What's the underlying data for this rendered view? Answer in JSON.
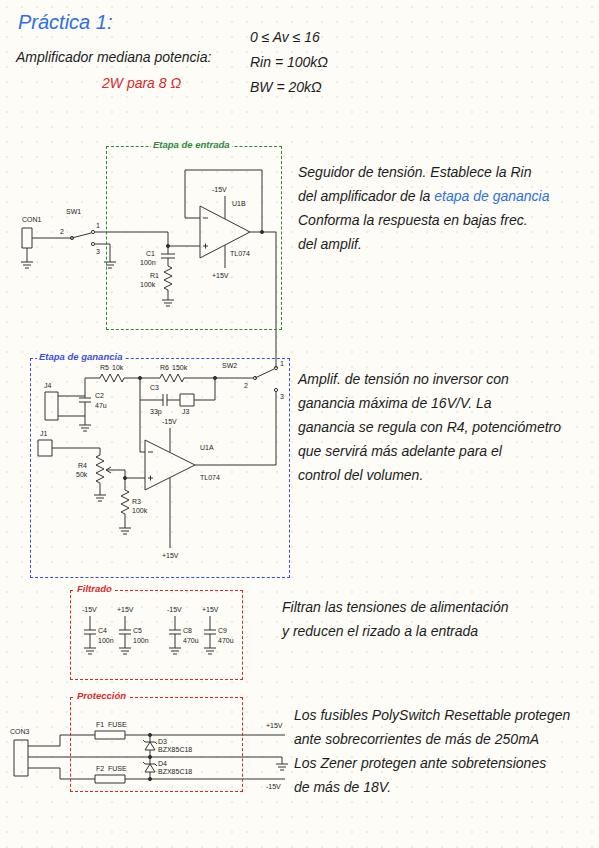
{
  "diagram": {
    "title": "Práctica 1:",
    "nodes": [
      {
        "text": [
          "Etapa de entrada"
        ]
      },
      {
        "text": [
          "Etapa de ganancia"
        ]
      },
      {
        "text": [
          "Filtrado"
        ]
      },
      {
        "text": [
          "Protección"
        ]
      }
    ],
    "labels": [
      "Amplificador mediana potencia:",
      "2W para 8 Ω",
      "0 ≤ Av ≤ 16",
      "Rin = 100kΩ",
      "BW = 20kΩ",
      "CON1",
      "SW1",
      "2",
      "1",
      "3",
      "-15V",
      "U1B",
      "TL074",
      "C1",
      "100n",
      "R1",
      "100k",
      "+15V",
      "R5",
      "10k",
      "R6",
      "150k",
      "J4",
      "C2",
      "47u",
      "C3",
      "33p",
      "J3",
      "SW2",
      "2",
      "1",
      "3",
      "J1",
      "R4",
      "50k",
      "-15V",
      "U1A",
      "TL074",
      "R3",
      "100k",
      "+15V",
      "-15V",
      "C4",
      "100n",
      "+15V",
      "C5",
      "100n",
      "-15V",
      "C8",
      "470u",
      "+15V",
      "C9",
      "470u",
      "CON3",
      "F1",
      "FUSE",
      "D3",
      "BZX85C18",
      "F2",
      "FUSE",
      "D4",
      "BZX85C18",
      "+15V",
      "-15V",
      "Seguidor de tensión. Establece la Rin",
      "del amplificador de la",
      "etapa de ganancia",
      "Conforma la respuesta en bajas frec.",
      "del amplif.",
      "Amplif. de tensión no inversor con",
      "ganancia máxima de 16V/V. La",
      "ganancia se regula con R4, potenciómetro",
      "que servirá más adelante para el",
      "control del volumen.",
      "Filtran las tensiones de alimentación",
      "y reducen el rizado a la entrada",
      "Los fusibles PolySwitch Resettable protegen",
      "ante sobrecorrientes de más de 250mA",
      "Los Zener protegen ante sobretensiones",
      "de más de 18V."
    ]
  }
}
